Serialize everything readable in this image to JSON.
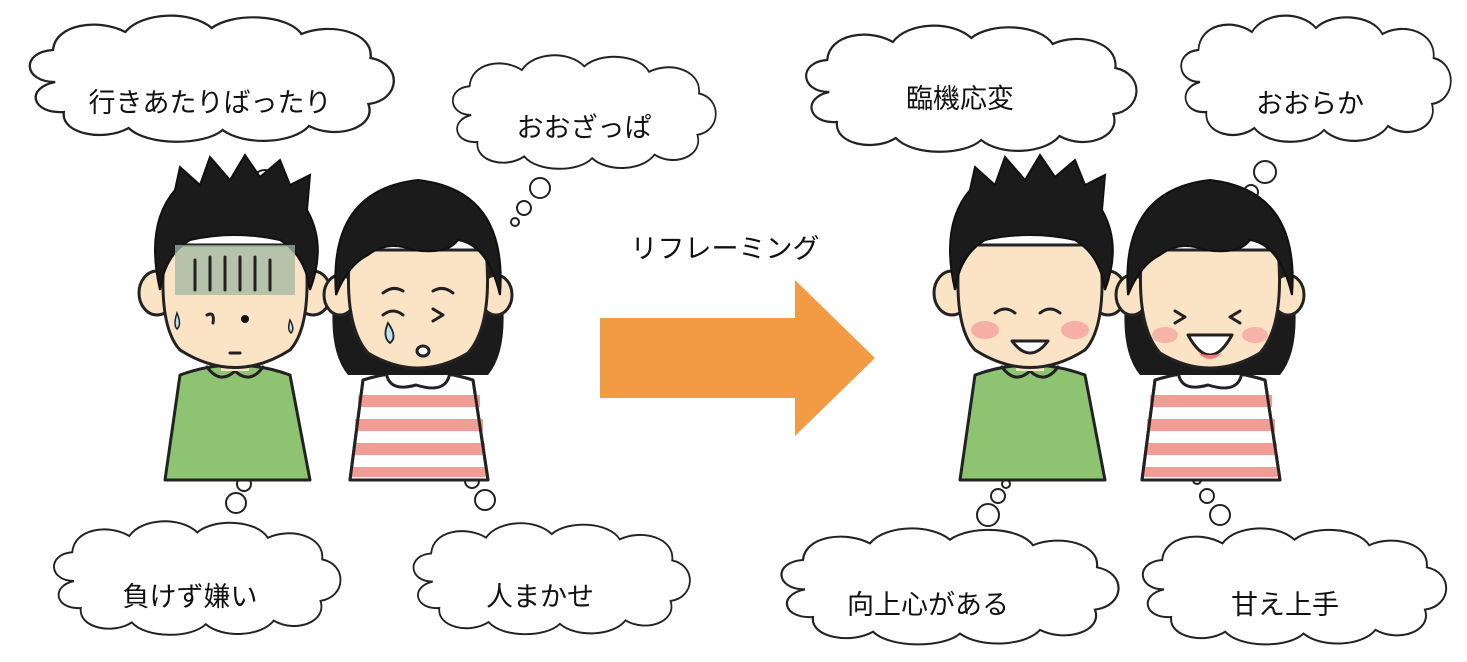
{
  "before": {
    "boy_top_thought": "行きあたりばったり",
    "girl_top_thought": "おおざっぱ",
    "boy_bottom_thought": "負けず嫌い",
    "girl_bottom_thought": "人まかせ"
  },
  "arrow": {
    "label": "リフレーミング",
    "color": "#f39a45"
  },
  "after": {
    "boy_top_thought": "臨機応変",
    "girl_top_thought": "おおらか",
    "boy_bottom_thought": "向上心がある",
    "girl_bottom_thought": "甘え上手"
  },
  "colors": {
    "skin": "#fbe3c6",
    "hair": "#1b1b1b",
    "boy_shirt": "#8ec372",
    "girl_stripe": "#f29c96",
    "gloom": "#9fb7a0",
    "blush": "#f5a6a0",
    "tear": "#bfe0f5"
  }
}
